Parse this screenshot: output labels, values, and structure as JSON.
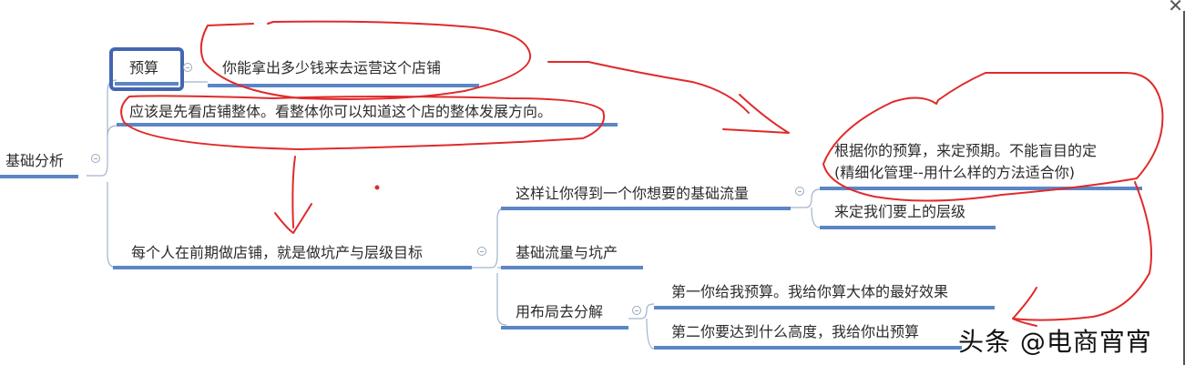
{
  "window": {
    "close_icon": "✕"
  },
  "mindmap": {
    "root": {
      "label": "基础分析"
    },
    "branches": [
      {
        "label": "预算",
        "selected": true,
        "children": [
          {
            "label": "你能拿出多少钱来去运营这个店铺"
          }
        ]
      },
      {
        "label": "应该是先看店铺整体。看整体你可以知道这个店的整体发展方向。"
      },
      {
        "label": "每个人在前期做店铺，就是做坑产与层级目标",
        "children": [
          {
            "label": "这样让你得到一个你想要的基础流量",
            "children": [
              {
                "label_line1": "根据你的预算，来定预期。不能盲目的定",
                "label_line2": "(精细化管理--用什么样的方法适合你)"
              },
              {
                "label": "来定我们要上的层级"
              }
            ]
          },
          {
            "label": "基础流量与坑产"
          },
          {
            "label": "用布局去分解",
            "children": [
              {
                "label": "第一你给我预算。我给你算大体的最好效果"
              },
              {
                "label": "第二你要达到什么高度，我给你出预算"
              }
            ]
          }
        ]
      }
    ]
  },
  "watermark": {
    "text": "头条 @电商宵宵"
  },
  "colors": {
    "underline": "#5b86c5",
    "selection": "#4466b0",
    "annotation": "#e02a2a",
    "connector": "#9fb3cf",
    "text": "#2b2b2b"
  }
}
